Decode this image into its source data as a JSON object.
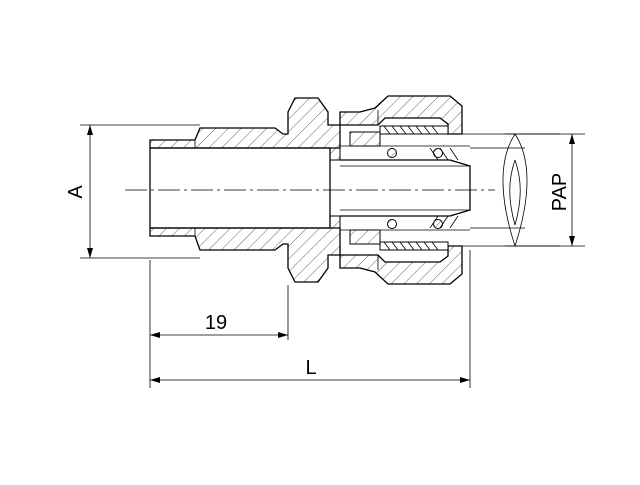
{
  "drawing": {
    "line_color": "#000000",
    "background": "#ffffff",
    "labels": {
      "diameter_left": "A",
      "diameter_right": "PAP",
      "thread_length": "19",
      "overall_length": "L"
    }
  }
}
